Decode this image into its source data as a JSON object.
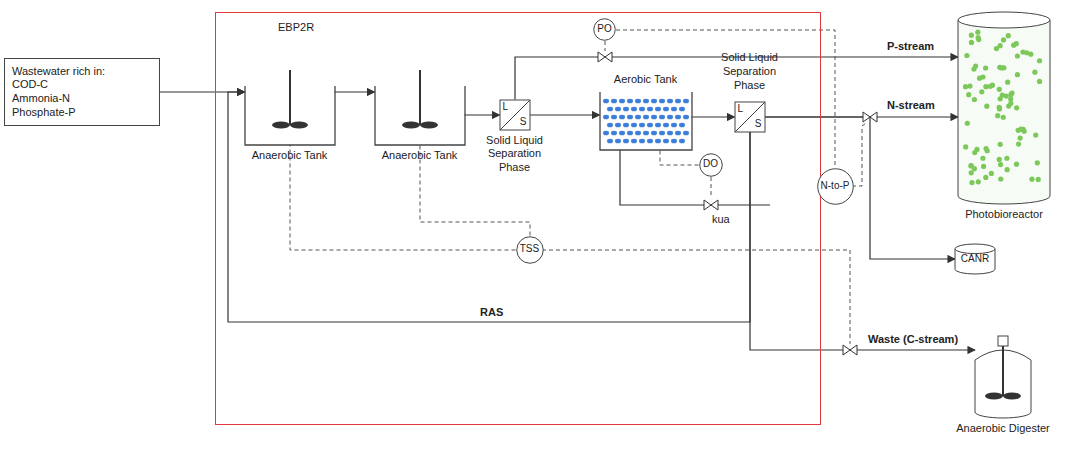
{
  "diagram": {
    "nodes": [
      {
        "text": [
          "Wastewater rich in:",
          "COD-C",
          "Ammonia-N",
          "Phosphate-P"
        ]
      },
      {
        "text": [
          "EBP2R"
        ]
      },
      {
        "text": [
          "Anaerobic Tank"
        ],
        "in": 1
      },
      {
        "text": [
          "Anaerobic Tank"
        ],
        "in": 1
      },
      {
        "text": [
          "L",
          "S",
          "Solid Liquid Separation Phase"
        ],
        "in": 1
      },
      {
        "text": [
          "Aerobic Tank"
        ],
        "in": 1
      },
      {
        "text": [
          "L",
          "S",
          "Solid Liquid Separation Phase"
        ],
        "in": 1
      },
      {
        "text": [
          "PO"
        ],
        "in": 1
      },
      {
        "text": [
          "DO"
        ],
        "in": 1
      },
      {
        "text": [
          "N-to-P"
        ]
      },
      {
        "text": [
          "TSS"
        ],
        "in": 1
      },
      {
        "text": [
          "Photobioreactor"
        ]
      },
      {
        "text": [
          "CANR"
        ]
      },
      {
        "text": [
          "Anaerobic Digester"
        ]
      }
    ],
    "edges": [
      {
        "from": 0,
        "to": 2,
        "arrow": "to"
      },
      {
        "from": 2,
        "to": 3,
        "arrow": "to"
      },
      {
        "from": 3,
        "to": 4,
        "arrow": "to"
      },
      {
        "from": 4,
        "to": 5,
        "arrow": "to"
      },
      {
        "from": 4,
        "to": 11,
        "label": "P-stream",
        "arrow": "to"
      },
      {
        "from": 5,
        "to": 6,
        "arrow": "to"
      },
      {
        "from": 6,
        "to": 11,
        "label": "N-stream",
        "arrow": "to"
      },
      {
        "from": 6,
        "to": 12,
        "arrow": "to"
      },
      {
        "from": 6,
        "to": 2,
        "label": "RAS",
        "arrow": "to"
      },
      {
        "from": 6,
        "to": 13,
        "label": "Waste (C-stream)",
        "arrow": "to"
      },
      {
        "from": 10,
        "to": 2,
        "arrow": "none"
      },
      {
        "from": 10,
        "to": 3,
        "arrow": "none"
      },
      {
        "from": 8,
        "to": 5,
        "arrow": "none"
      },
      {
        "from": 7,
        "to": 9,
        "arrow": "none"
      }
    ],
    "labels": [
      "kua"
    ]
  }
}
